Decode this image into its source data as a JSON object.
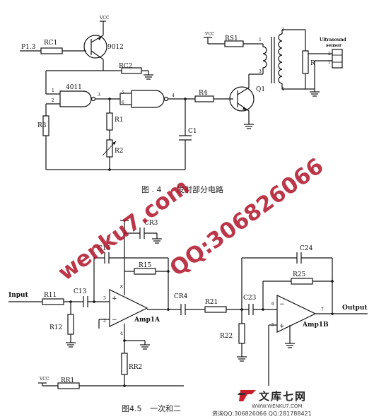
{
  "figure1": {
    "caption_number": "图 . 4",
    "caption_title": "发射部分电路",
    "labels": {
      "vcc_top": "VCC",
      "p13": "P1.3",
      "rc1": "RC1",
      "transistor_9012": "9012",
      "rc2": "RC2",
      "gate_4011": "4011",
      "r1": "R1",
      "r2": "R2",
      "r3": "R3",
      "r4": "R4",
      "c1": "C1",
      "q1": "Q1",
      "vcc_rs1": "VCC",
      "rs1": "RS1",
      "r_transformer": "R",
      "ultrasound": "Ultrasound",
      "sensor": "sensor"
    }
  },
  "figure2": {
    "caption_number": "图4.5",
    "caption_title": "一次和二",
    "labels": {
      "input": "Input",
      "r11": "R11",
      "r12": "R12",
      "c13": "C13",
      "c14": "C14",
      "cr3": "CR3",
      "r15": "R15",
      "amp1a": "Amp1A",
      "cr4": "CR4",
      "rr2": "RR2",
      "vcc": "VCC",
      "rr1": "RR1",
      "r21": "R21",
      "c23": "C23",
      "r22": "R22",
      "c24": "C24",
      "r25": "R25",
      "amp1b": "Amp1B",
      "output": "Output"
    }
  },
  "watermark": {
    "site": "wenku7.com",
    "qq": "QQ:306826066"
  },
  "footer": {
    "logo_text": "文库七网",
    "logo_url": "WWW.WENKU7.COM",
    "contact": "资询QQ:306826066 QQ:281788421"
  }
}
